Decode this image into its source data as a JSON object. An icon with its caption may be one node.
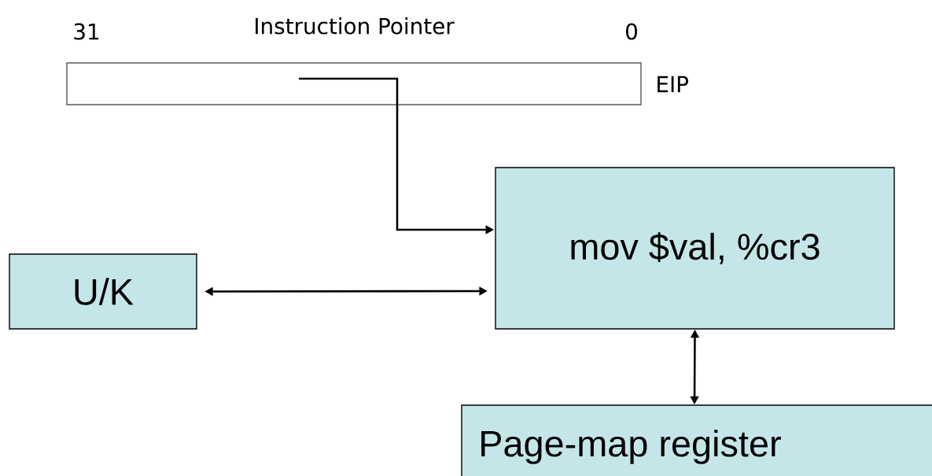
{
  "diagram": {
    "nodes": [
      {
        "text": [
          "Instruction Pointer"
        ],
        "beside": [
          "31",
          "0",
          "EIP"
        ]
      },
      {
        "text": [
          "mov $val, %cr3"
        ]
      },
      {
        "text": [
          "U/K"
        ]
      },
      {
        "text": [
          "Page-map register"
        ]
      }
    ],
    "edges": [
      {
        "from": 0,
        "to": 1,
        "arrow": "to"
      },
      {
        "from": 2,
        "to": 1,
        "arrow": "both"
      },
      {
        "from": 1,
        "to": 3,
        "arrow": "both"
      }
    ]
  }
}
